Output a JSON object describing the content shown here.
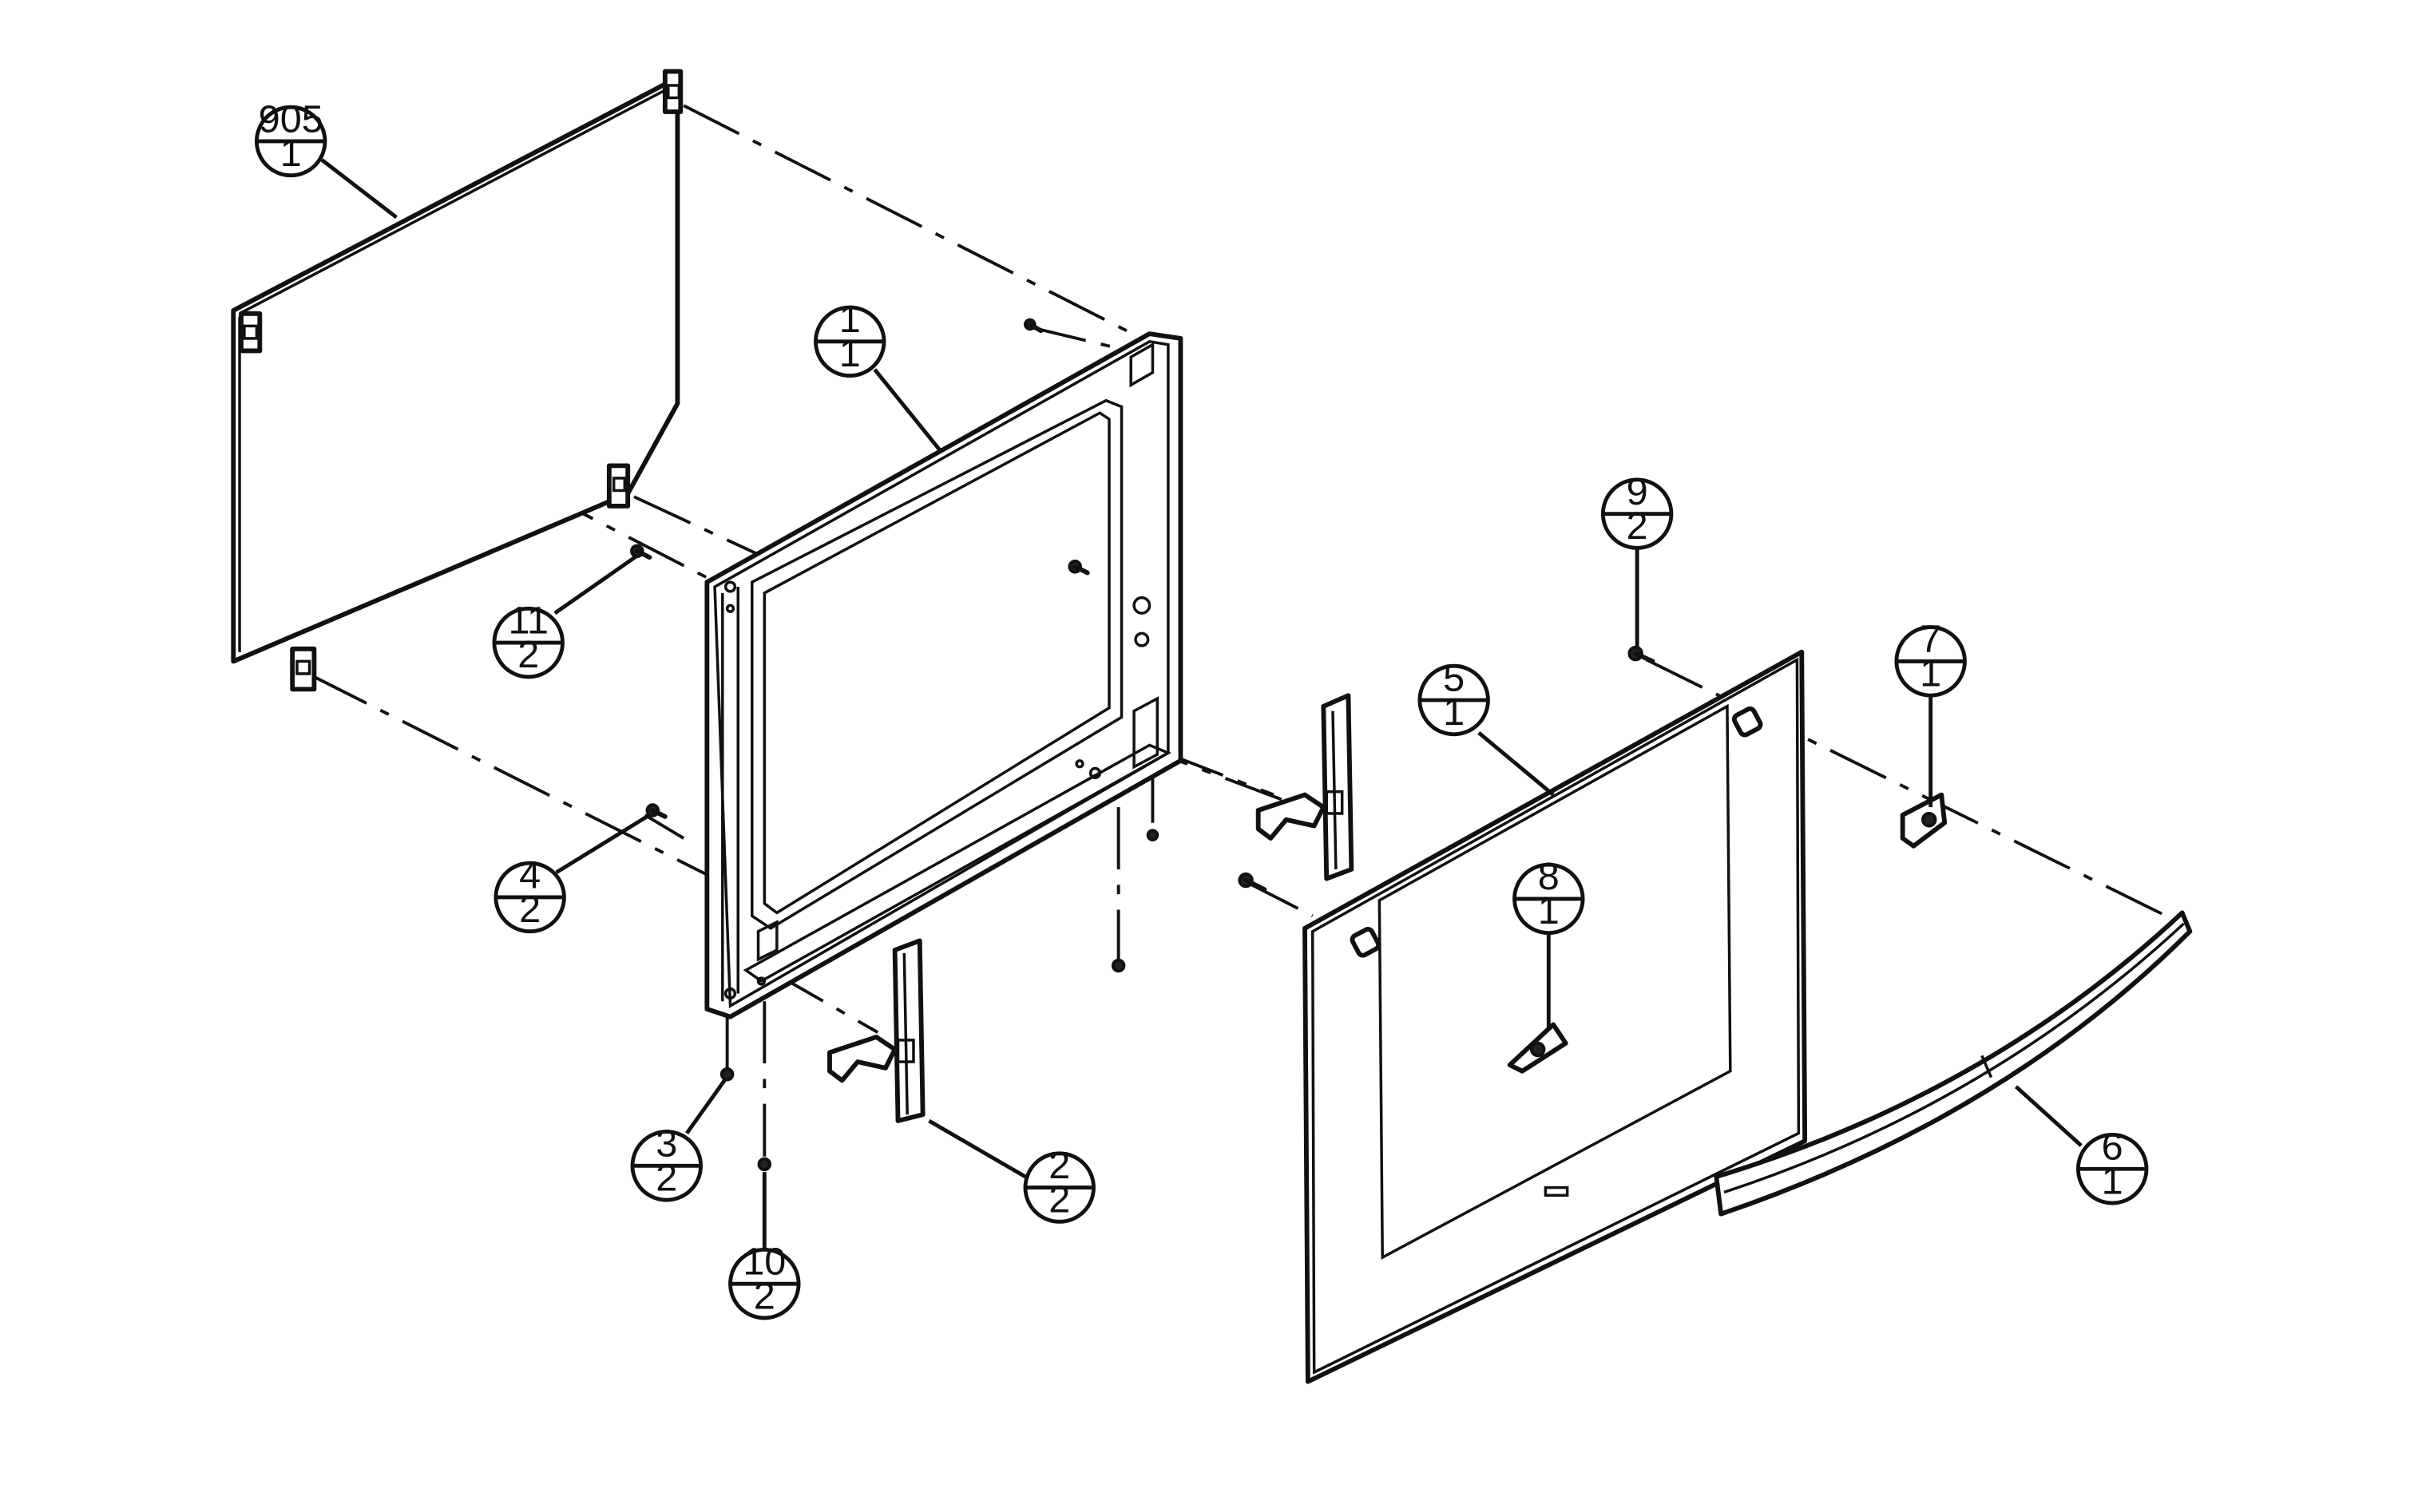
{
  "balloons": [
    {
      "id": "b905",
      "item": "905",
      "qty": "1"
    },
    {
      "id": "b1",
      "item": "1",
      "qty": "1"
    },
    {
      "id": "b11",
      "item": "11",
      "qty": "2"
    },
    {
      "id": "b4",
      "item": "4",
      "qty": "2"
    },
    {
      "id": "b3",
      "item": "3",
      "qty": "2"
    },
    {
      "id": "b10",
      "item": "10",
      "qty": "2"
    },
    {
      "id": "b2",
      "item": "2",
      "qty": "2"
    },
    {
      "id": "b9",
      "item": "9",
      "qty": "2"
    },
    {
      "id": "b5",
      "item": "5",
      "qty": "1"
    },
    {
      "id": "b7",
      "item": "7",
      "qty": "1"
    },
    {
      "id": "b8",
      "item": "8",
      "qty": "1"
    },
    {
      "id": "b6",
      "item": "6",
      "qty": "1"
    }
  ]
}
